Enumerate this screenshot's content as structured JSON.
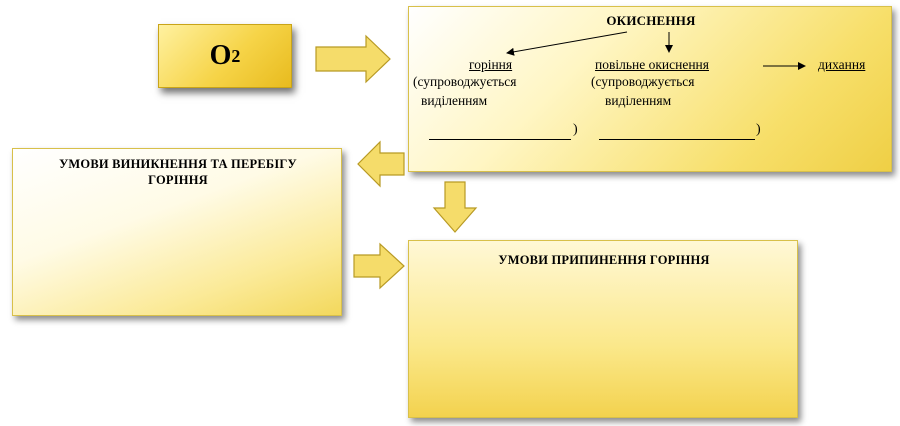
{
  "o2": {
    "symbol": "O",
    "subscript": "2"
  },
  "oxidation": {
    "title": "ОКИСНЕННЯ",
    "burning": "горіння",
    "burning_note_1": "(супроводжується",
    "burning_note_2": "виділенням",
    "slow_oxidation": "повільне окиснення",
    "slow_note_1": "(супроводжується",
    "slow_note_2": "виділенням",
    "respiration": "дихання",
    "close_paren": ")"
  },
  "conditions_start": {
    "title_line1": "УМОВИ  ВИНИКНЕННЯ  ТА ПЕРЕБІГУ",
    "title_line2": "ГОРІННЯ"
  },
  "conditions_stop": {
    "title": "УМОВИ  ПРИПИНЕННЯ  ГОРІННЯ"
  },
  "colors": {
    "arrow_fill": "#f5dc6a",
    "arrow_stroke": "#b89a24",
    "box_accent": "#f3d24e"
  }
}
